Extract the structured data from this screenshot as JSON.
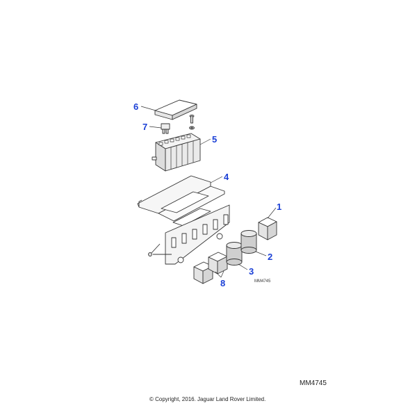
{
  "diagram": {
    "type": "exploded-parts-diagram",
    "callouts": [
      {
        "label": "1",
        "part": "relay-square-right"
      },
      {
        "label": "2",
        "part": "relay-cylinder-rear"
      },
      {
        "label": "3",
        "part": "relay-cylinder-front"
      },
      {
        "label": "4",
        "part": "mounting-bracket"
      },
      {
        "label": "5",
        "part": "fuse-box"
      },
      {
        "label": "6",
        "part": "fuse-box-cover"
      },
      {
        "label": "7",
        "part": "fuse"
      },
      {
        "label": "8",
        "part": "relay-square-pair"
      }
    ],
    "inline_ref": "MM4745"
  },
  "footer": {
    "ref_code": "MM4745",
    "copyright": "© Copyright, 2016. Jaguar Land Rover Limited."
  },
  "colors": {
    "callout": "#1a3fd6",
    "line": "#333333",
    "part_fill": "#ffffff",
    "part_shade": "#cfcfcf"
  }
}
